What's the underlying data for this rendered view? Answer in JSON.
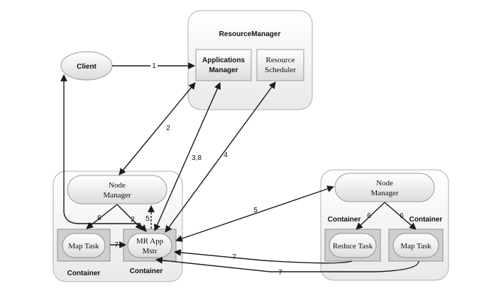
{
  "nodes": {
    "client": "Client",
    "resource_manager": "ResourceManager",
    "applications_manager": [
      "Applications",
      "Manager"
    ],
    "resource_scheduler": [
      "Resource",
      "Scheduler"
    ],
    "node_manager_left": [
      "Node",
      "Manager"
    ],
    "node_manager_right": [
      "Node",
      "Manager"
    ],
    "map_task_left": "Map Task",
    "mr_app_mstr": [
      "MR App",
      "Mstr"
    ],
    "reduce_task": "Reduce Task",
    "map_task_right": "Map Task"
  },
  "container_labels": {
    "map_task_left": "Container",
    "mr_app_mstr": "Container",
    "reduce_task": "Container",
    "map_task_right": "Container"
  },
  "edge_labels": {
    "client_to_apps_manager": "1",
    "rm_to_node_manager_left": "2",
    "nm_left_to_mr_app": "2",
    "mr_app_to_nm_left": "5",
    "nm_left_to_map_task": "6",
    "mr_app_to_apps_manager": "3,8",
    "mr_app_to_scheduler": "4",
    "mr_app_to_nm_right": "5",
    "nm_right_to_reduce": "6",
    "nm_right_to_map": "6",
    "map_task_to_mr_app": "7",
    "reduce_to_mr_app": "7",
    "map_right_to_mr_app": "7"
  }
}
